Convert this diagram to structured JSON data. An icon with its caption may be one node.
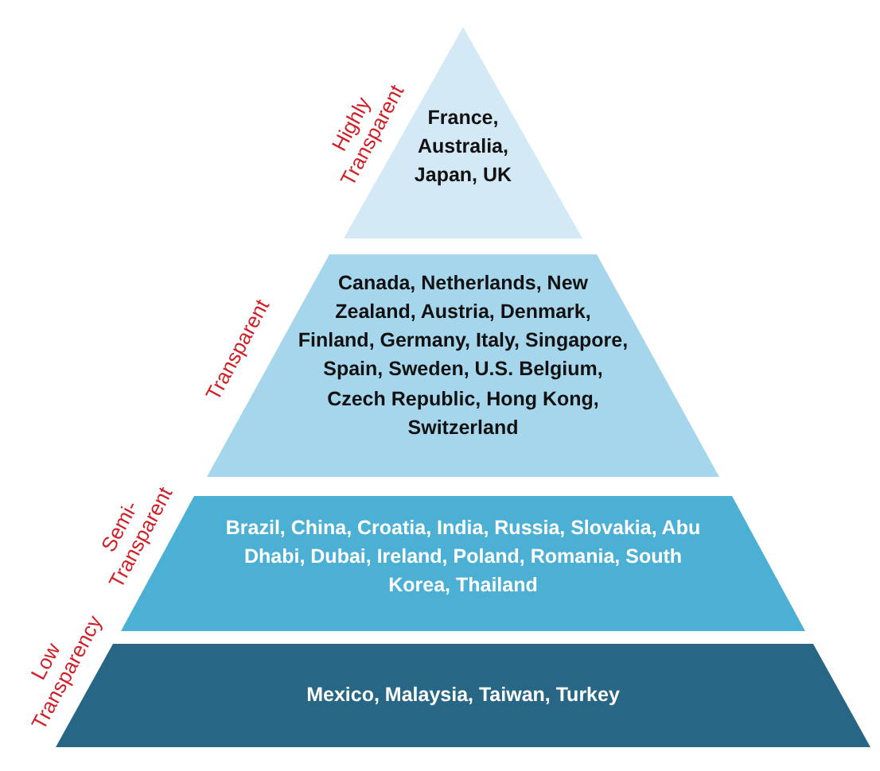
{
  "diagram": {
    "nodes": [
      {
        "text": [
          "France, Australia, Japan, UK"
        ],
        "beside": [
          "Highly Transparent"
        ]
      },
      {
        "text": [
          "Canada, Netherlands, New Zealand, Austria, Denmark, Finland, Germany, Italy, Singapore, Spain, Sweden, U.S. Belgium, Czech Republic, Hong Kong, Switzerland"
        ],
        "beside": [
          "Transparent"
        ]
      },
      {
        "text": [
          "Brazil, China, Croatia, India, Russia, Slovakia, Abu Dhabi, Dubai, Ireland, Poland, Romania, South Korea, Thailand"
        ],
        "beside": [
          "Semi-Transparent"
        ]
      },
      {
        "text": [
          "Mexico, Malaysia, Taiwan, Turkey"
        ],
        "beside": [
          "Low Transparency"
        ]
      }
    ]
  }
}
